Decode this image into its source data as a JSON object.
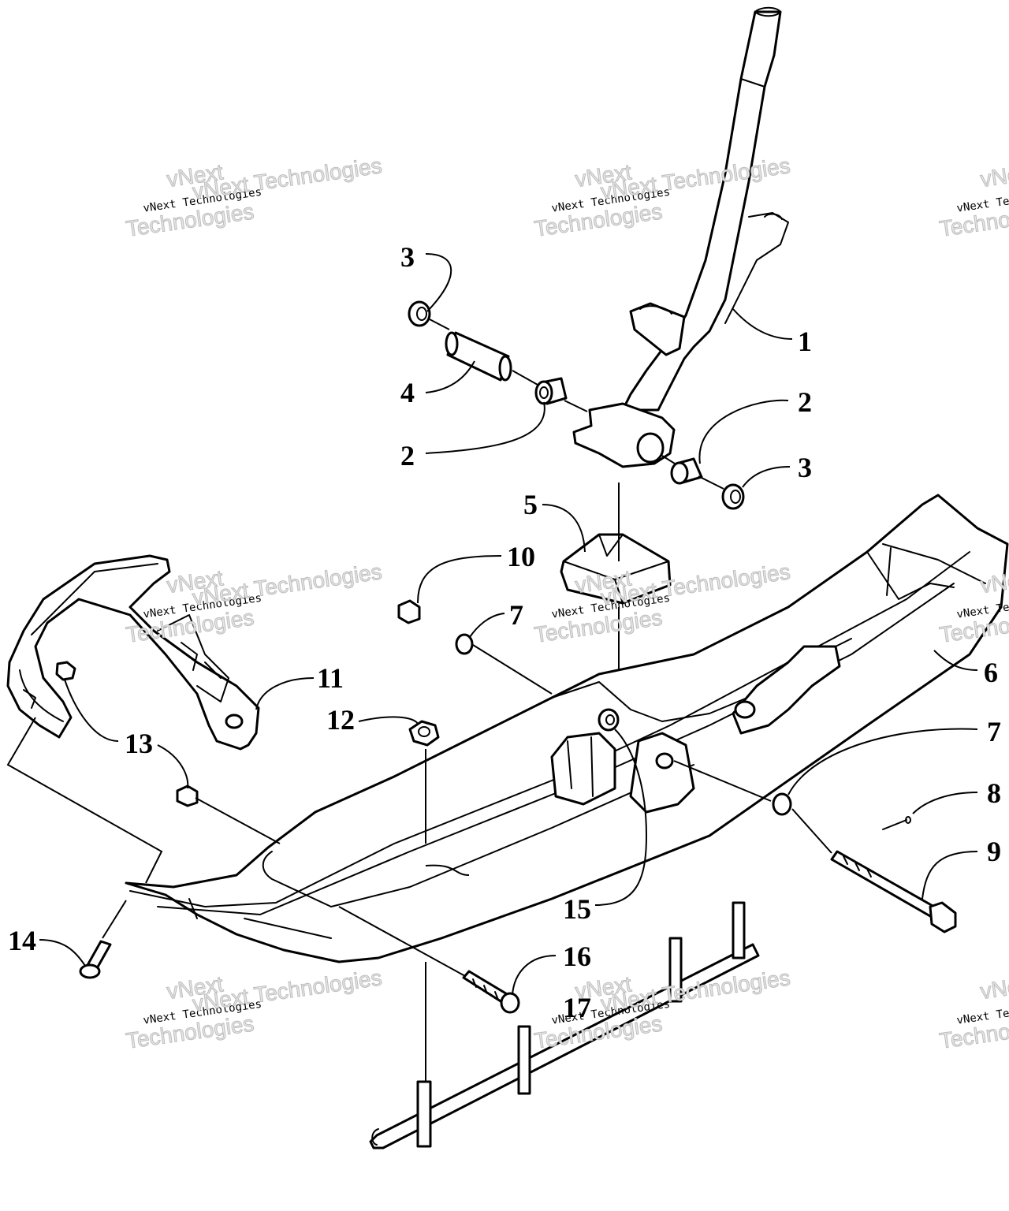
{
  "callouts": {
    "c1": "1",
    "c2a": "2",
    "c2b": "2",
    "c3a": "3",
    "c3b": "3",
    "c4": "4",
    "c5": "5",
    "c6": "6",
    "c7a": "7",
    "c7b": "7",
    "c8": "8",
    "c9": "9",
    "c10": "10",
    "c11": "11",
    "c12": "12",
    "c13": "13",
    "c14": "14",
    "c15": "15",
    "c16": "16",
    "c17": "17"
  },
  "watermark": {
    "brand": "vNext",
    "full": "vNext Technologies",
    "word": "Technologies"
  },
  "colors": {
    "line": "#000000",
    "background": "#ffffff",
    "watermark": "#e6e6e6"
  }
}
